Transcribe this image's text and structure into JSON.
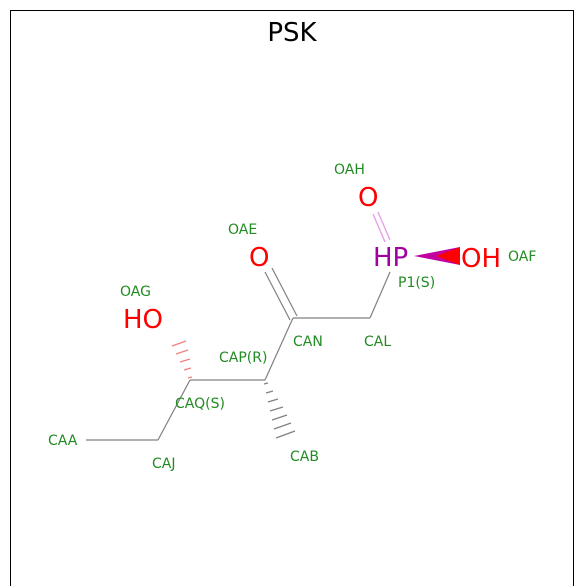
{
  "title": "PSK",
  "colors": {
    "atom_label": "#228b22",
    "oxygen": "#ff0000",
    "phosphorus": "#a000a0",
    "bond": "#808080"
  },
  "atoms": {
    "OAH": "OAH",
    "OAE": "OAE",
    "OAG": "OAG",
    "OAF": "OAF",
    "P1": "P1(S)",
    "CAN": "CAN",
    "CAL": "CAL",
    "CAP": "CAP(R)",
    "CAQ": "CAQ(S)",
    "CAA": "CAA",
    "CAJ": "CAJ",
    "CAB": "CAB"
  },
  "elements": {
    "o_top": "O",
    "o_ketone": "O",
    "ho": "HO",
    "hp": "HP",
    "oh": "OH"
  }
}
